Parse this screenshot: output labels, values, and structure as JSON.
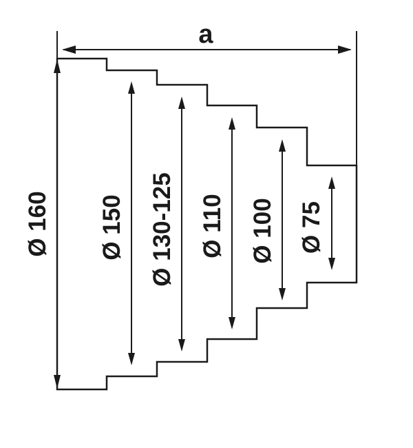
{
  "overall_dimension": {
    "label": "a"
  },
  "steps": [
    {
      "label": "Ø 160"
    },
    {
      "label": "Ø 150"
    },
    {
      "label": "Ø 130-125"
    },
    {
      "label": "Ø 110"
    },
    {
      "label": "Ø 100"
    },
    {
      "label": "Ø 75"
    }
  ],
  "colors": {
    "line": "#1a1a1a",
    "background": "#ffffff"
  }
}
